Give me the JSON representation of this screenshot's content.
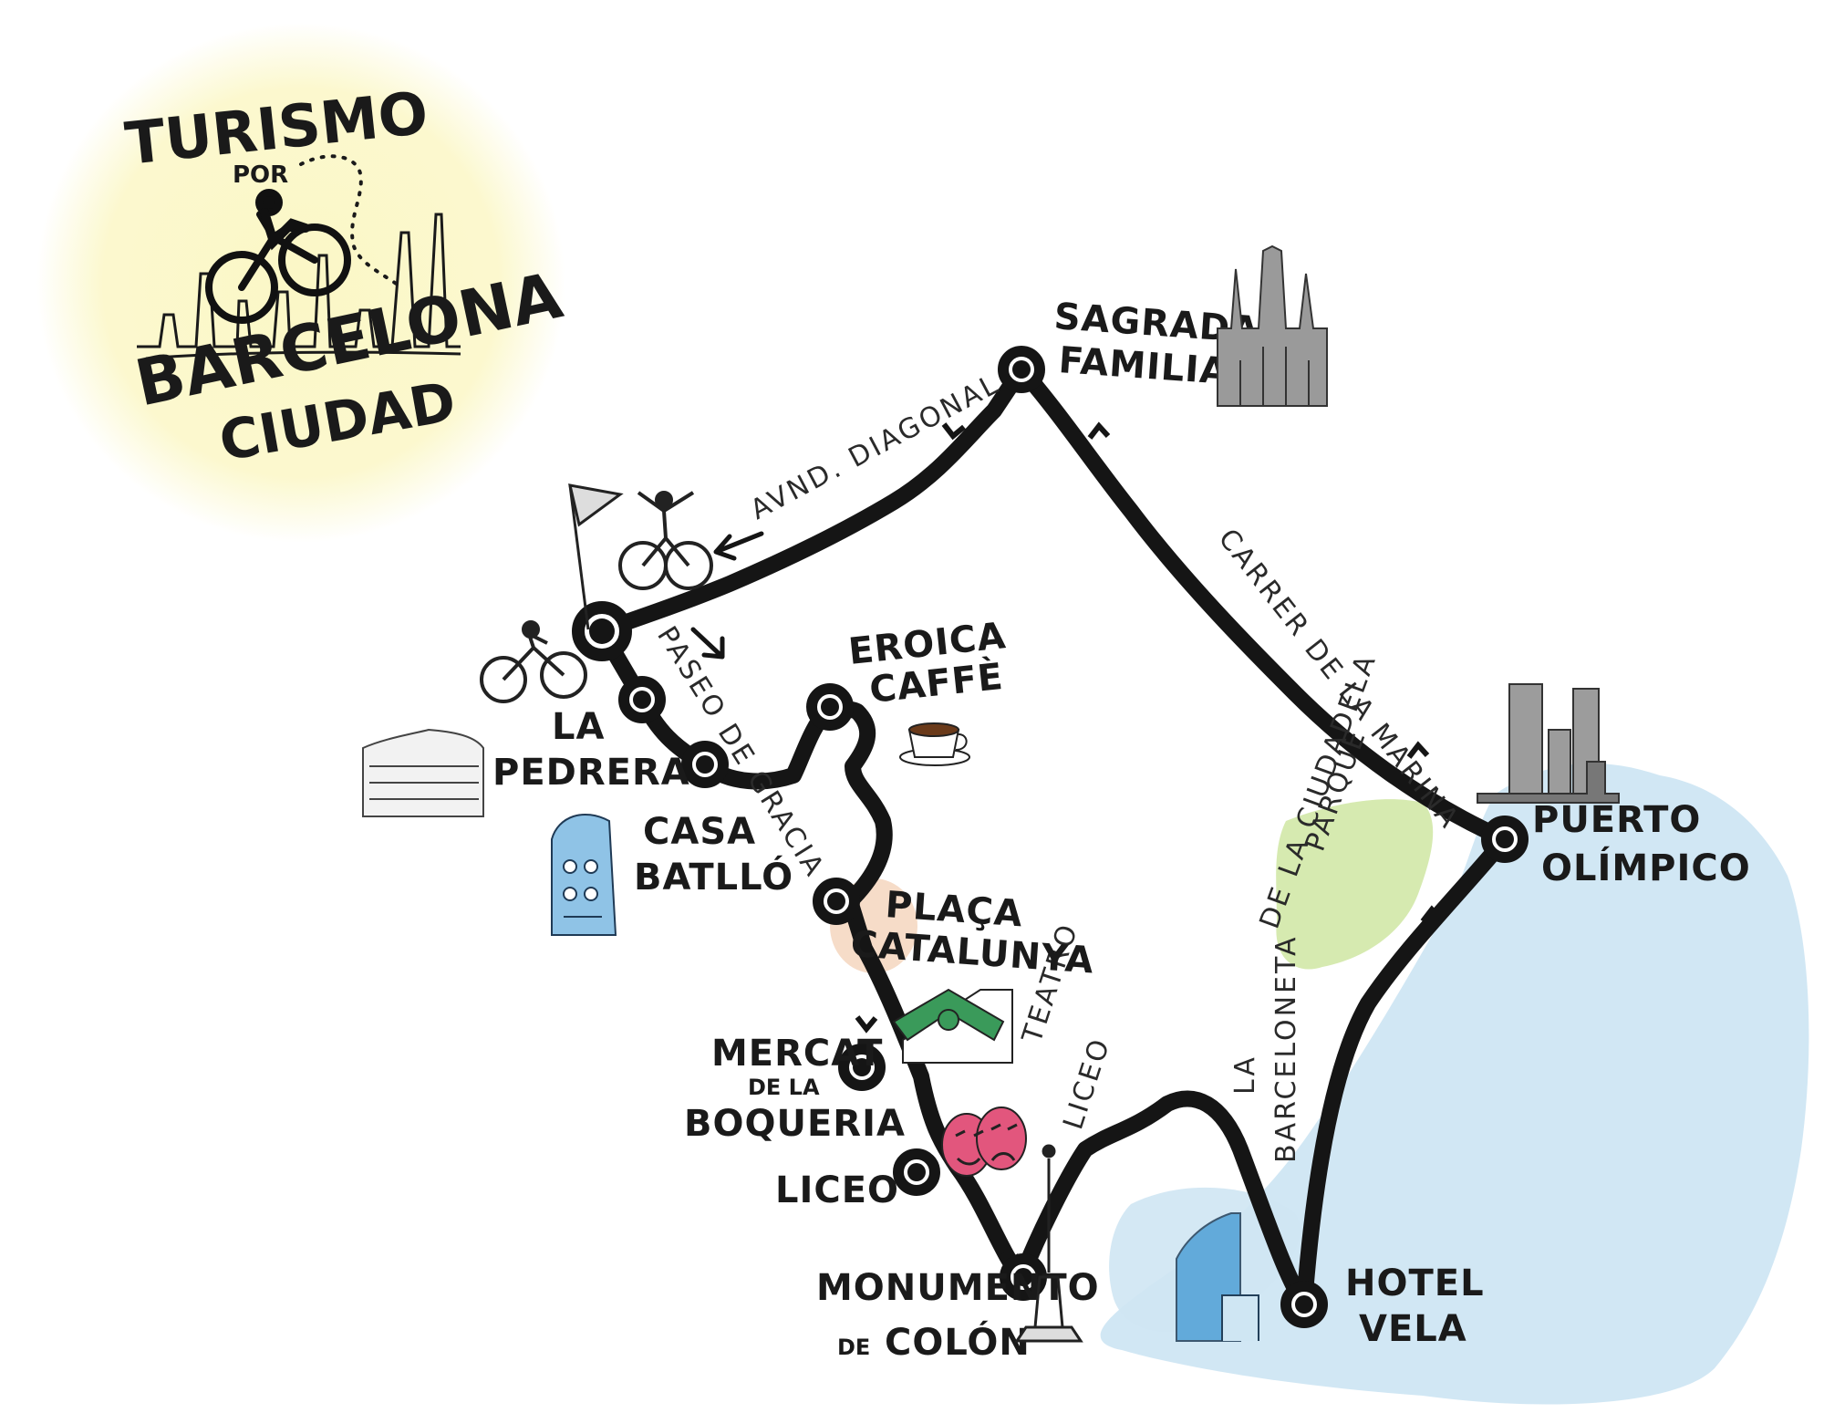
{
  "colors": {
    "route": "#151515",
    "sea": "#cfe6f3",
    "park": "#cfe6a2",
    "logo_glow": "#fbf7c6",
    "plaza": "#f6dcc8",
    "masks": "#e2567d",
    "casa_batllo": "#8fc3e6"
  },
  "logo": {
    "line1": "TURISMO",
    "line2": "POR",
    "line3": "BARCELONA",
    "line4": "CIUDAD"
  },
  "streets": {
    "diagonal": "AVND. DIAGONAL",
    "gracia": "PASEO DE GRACIA",
    "marina": "CARRER DE LA MARINA",
    "barceloneta_1": "LA",
    "barceloneta_2": "BARCELONETA"
  },
  "areas": {
    "park_1": "PARQUE",
    "park_2": "DE LA CIUDADELA",
    "teatro_1": "TEATRO",
    "teatro_2": "LICEO"
  },
  "stops": {
    "sagrada_1": "SAGRADA",
    "sagrada_2": "FAMILIA",
    "pedrera_1": "LA",
    "pedrera_2": "PEDRERA",
    "batllo_1": "CASA",
    "batllo_2": "BATLLÓ",
    "eroica_1": "EROICA",
    "eroica_2": "CAFFÈ",
    "placa_1": "PLAÇA",
    "placa_2": "CATALUNYA",
    "mercat_1": "MERCAT",
    "mercat_2": "DE LA",
    "mercat_3": "BOQUERIA",
    "liceo": "LICEO",
    "colon_1": "MONUMENTO",
    "colon_2a": "DE",
    "colon_2b": "COLÓN",
    "vela_1": "HOTEL",
    "vela_2": "VELA",
    "olimpico_1": "PUERTO",
    "olimpico_2": "OLÍMPICO"
  }
}
